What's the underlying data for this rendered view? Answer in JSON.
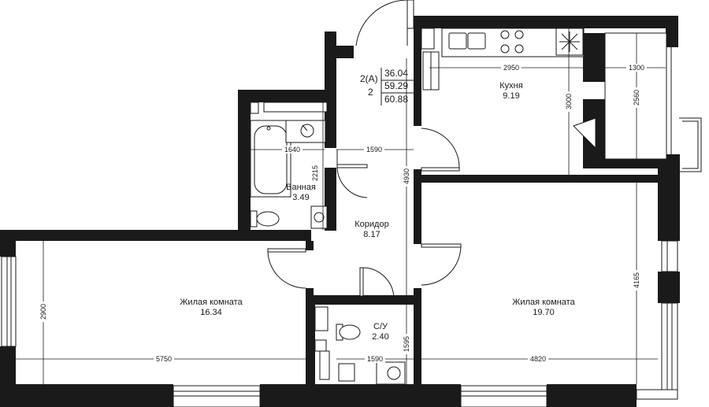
{
  "apartment": {
    "type": "2(А)",
    "rooms": "2",
    "living_area": "36.04",
    "total_area": "59.29",
    "area_with_balcony": "60.88"
  },
  "rooms": {
    "kitchen": {
      "name": "Кухня",
      "area": "9.19"
    },
    "bathroom": {
      "name": "Ванная",
      "area": "3.49"
    },
    "corridor": {
      "name": "Коридор",
      "area": "8.17"
    },
    "wc": {
      "name": "С/У",
      "area": "2.40"
    },
    "living1": {
      "name": "Жилая комната",
      "area": "16.34"
    },
    "living2": {
      "name": "Жилая комната",
      "area": "19.70"
    }
  },
  "dimensions": {
    "kitchen_width": "2950",
    "balcony_width": "1300",
    "kitchen_depth": "3000",
    "balcony_depth": "2560",
    "bath_width": "1640",
    "corridor_width": "1590",
    "bath_depth": "2215",
    "corridor_length": "4930",
    "room1_depth": "2900",
    "room1_width": "5750",
    "wc_width": "1590",
    "wc_depth": "1595",
    "room2_width": "4820",
    "room2_depth": "4165"
  }
}
